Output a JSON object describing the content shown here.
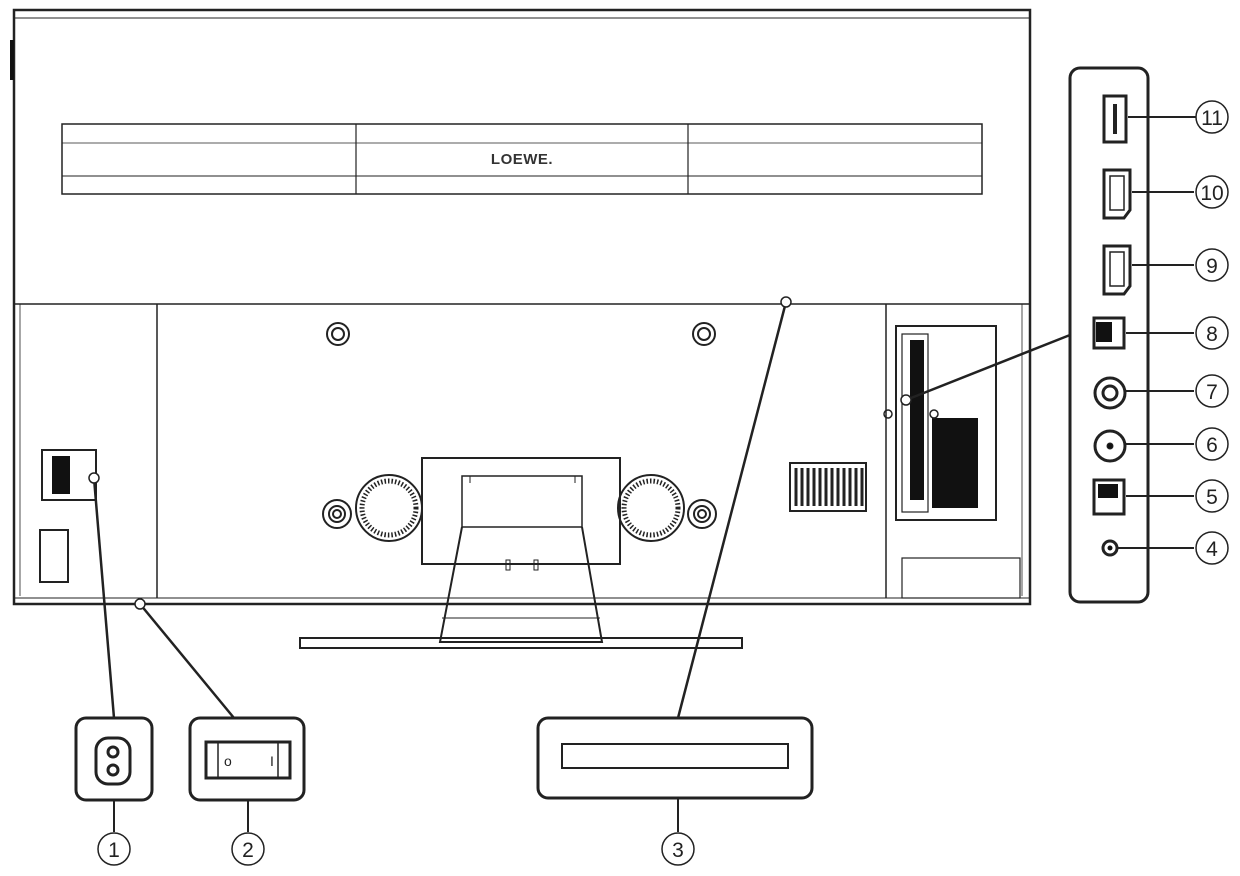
{
  "brand_logo": "LOEWE.",
  "callouts": [
    {
      "id": 1,
      "label": "1"
    },
    {
      "id": 2,
      "label": "2"
    },
    {
      "id": 3,
      "label": "3"
    },
    {
      "id": 4,
      "label": "4"
    },
    {
      "id": 5,
      "label": "5"
    },
    {
      "id": 6,
      "label": "6"
    },
    {
      "id": 7,
      "label": "7"
    },
    {
      "id": 8,
      "label": "8"
    },
    {
      "id": 9,
      "label": "9"
    },
    {
      "id": 10,
      "label": "10"
    },
    {
      "id": 11,
      "label": "11"
    }
  ],
  "power_switch": {
    "off_symbol": "o",
    "on_symbol": "I"
  },
  "colors": {
    "line": "#222222",
    "fill": "#ffffff",
    "dark": "#111111"
  }
}
